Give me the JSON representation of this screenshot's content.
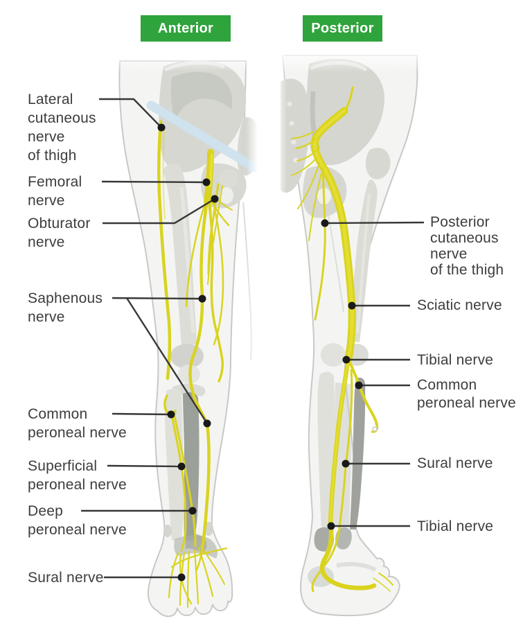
{
  "badges": {
    "anterior": "Anterior",
    "posterior": "Posterior"
  },
  "labels": {
    "anterior": {
      "lateral_cutaneous": "Lateral\ncutaneous\nnerve\nof thigh",
      "femoral": "Femoral\nnerve",
      "obturator": "Obturator\nnerve",
      "saphenous": "Saphenous\nnerve",
      "common_peroneal": "Common\nperoneal nerve",
      "superficial_peroneal": "Superficial\nperoneal nerve",
      "deep_peroneal": "Deep\nperoneal nerve",
      "sural": "Sural nerve"
    },
    "posterior": {
      "posterior_cutaneous": "Posterior\ncutaneous\nnerve\nof the thigh",
      "sciatic": "Sciatic nerve",
      "tibial_upper": "Tibial nerve",
      "common_peroneal": "Common\nperoneal nerve",
      "sural": "Sural nerve",
      "tibial_lower": "Tibial nerve"
    }
  },
  "colors": {
    "accent_green": "#2fa33c",
    "nerve_yellow": "#d9d320",
    "ligament_blue": "#cfe2ee",
    "label_text": "#3d3d3d",
    "marker_black": "#191919"
  }
}
